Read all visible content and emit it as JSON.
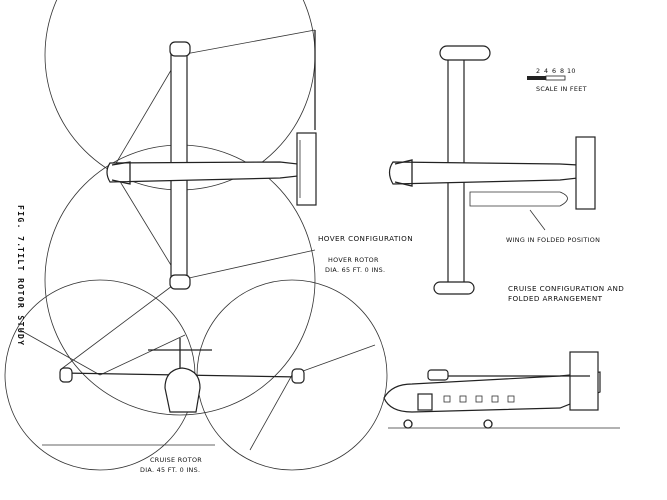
{
  "figure": {
    "number": "FIG. 7.",
    "title": "TILT ROTOR STUDY"
  },
  "scale": {
    "ticks": [
      "2",
      "4",
      "6",
      "8",
      "10"
    ],
    "caption": "SCALE IN FEET"
  },
  "labels": {
    "hover_configuration": "HOVER CONFIGURATION",
    "hover_rotor": "HOVER ROTOR",
    "hover_rotor_dia": "DIA. 65 FT. 0 INS.",
    "wing_folded": "WING IN FOLDED POSITION",
    "cruise_config_line1": "CRUISE CONFIGURATION AND",
    "cruise_config_line2": "FOLDED ARRANGEMENT",
    "cruise_rotor": "CRUISE ROTOR",
    "cruise_rotor_dia": "DIA. 45 FT. 0 INS."
  }
}
